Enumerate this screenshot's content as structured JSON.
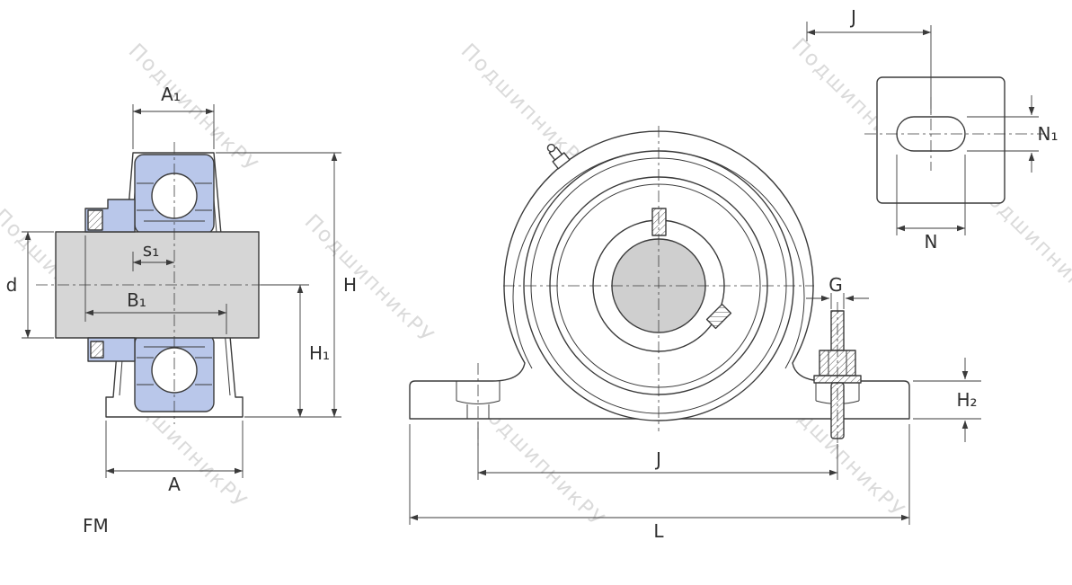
{
  "watermark": {
    "text": "ПодшипникРУ",
    "color": "#d2d2d2"
  },
  "colors": {
    "line": "#3b3b3b",
    "bearing_fill": "#b9c7ea",
    "shaft_fill": "#d6d6d6",
    "bore_fill": "#cfcfcf",
    "background": "#ffffff"
  },
  "side_view": {
    "caption": "FM",
    "labels": {
      "a1": "A₁",
      "s1": "s₁",
      "b1": "B₁",
      "d": "d",
      "h": "H",
      "h1": "H₁",
      "a": "A"
    }
  },
  "front_view": {
    "labels": {
      "g": "G",
      "h2": "H₂",
      "j": "J",
      "l": "L"
    }
  },
  "top_view": {
    "labels": {
      "j": "J",
      "n1": "N₁",
      "n": "N"
    }
  }
}
